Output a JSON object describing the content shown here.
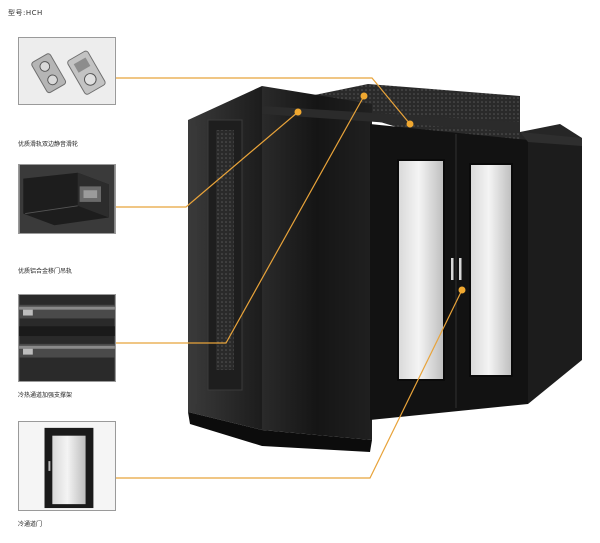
{
  "header": {
    "model_label": "型号:HCH"
  },
  "callouts": [
    {
      "id": "slide-rail",
      "caption": "优质滑轨双边静音滑轮"
    },
    {
      "id": "door-frame",
      "caption": "优质铝合金移门吊轨"
    },
    {
      "id": "aisle-frame",
      "caption": "冷热通道加强支撑架"
    },
    {
      "id": "end-door",
      "caption": "冷通道门"
    }
  ],
  "colors": {
    "callout_line": "#e8a33a",
    "callout_dot": "#f0a830",
    "cabinet_body": "#1a1a1a",
    "cabinet_edge": "#2c2c2c"
  }
}
